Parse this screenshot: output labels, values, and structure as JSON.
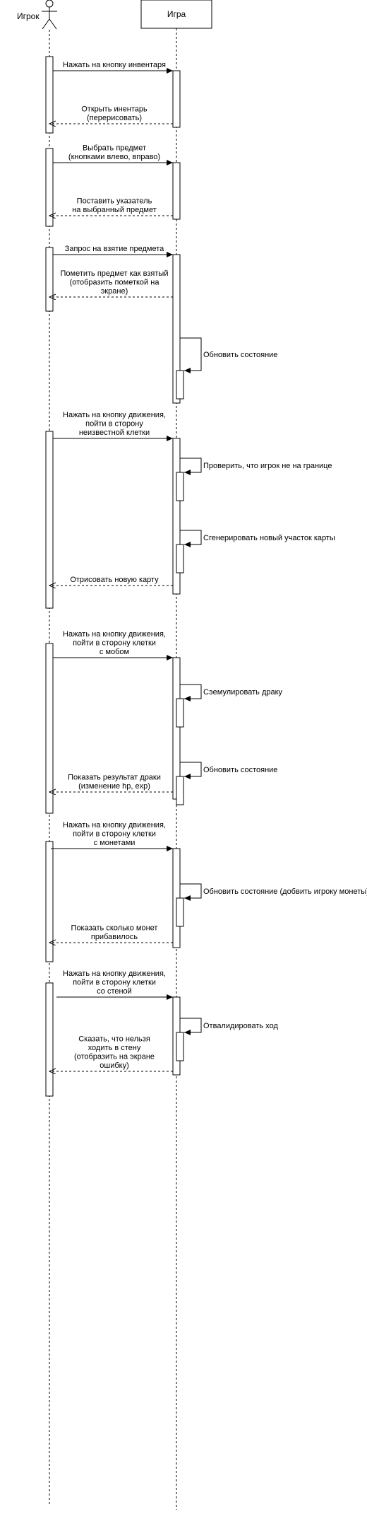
{
  "participants": {
    "player": {
      "label": "Игрок",
      "kind": "actor"
    },
    "game": {
      "label": "Игра",
      "kind": "box"
    }
  },
  "messages": [
    {
      "from": "player",
      "to": "game",
      "kind": "sync",
      "text": [
        "Нажать на кнопку инвентаря"
      ]
    },
    {
      "from": "game",
      "to": "player",
      "kind": "reply",
      "text": [
        "Открыть инентарь",
        "(перерисовать)"
      ]
    },
    {
      "from": "player",
      "to": "game",
      "kind": "sync",
      "text": [
        "Выбрать предмет",
        "(кнопками влево, вправо)"
      ]
    },
    {
      "from": "game",
      "to": "player",
      "kind": "reply",
      "text": [
        "Поставить указатель",
        "на выбранный предмет"
      ]
    },
    {
      "from": "player",
      "to": "game",
      "kind": "sync",
      "text": [
        "Запрос на взятие предмета"
      ]
    },
    {
      "from": "game",
      "to": "player",
      "kind": "reply",
      "text": [
        "Пометить предмет как взятый",
        "(отобразить пометкой на",
        "экране)"
      ]
    },
    {
      "from": "game",
      "to": "game",
      "kind": "self",
      "text": [
        "Обновить состояние"
      ]
    },
    {
      "from": "player",
      "to": "game",
      "kind": "sync",
      "text": [
        "Нажать на кнопку движения,",
        "пойти в сторону",
        "неизвестной клетки"
      ]
    },
    {
      "from": "game",
      "to": "game",
      "kind": "self",
      "text": [
        "Проверить, что игрок не на границе"
      ]
    },
    {
      "from": "game",
      "to": "game",
      "kind": "self",
      "text": [
        "Сгенерировать новый участок карты"
      ]
    },
    {
      "from": "game",
      "to": "player",
      "kind": "reply",
      "text": [
        "Отрисовать новую карту"
      ]
    },
    {
      "from": "player",
      "to": "game",
      "kind": "sync",
      "text": [
        "Нажать на кнопку движения,",
        "пойти в сторону клетки",
        "с мобом"
      ]
    },
    {
      "from": "game",
      "to": "game",
      "kind": "self",
      "text": [
        "Сэемулировать драку"
      ]
    },
    {
      "from": "game",
      "to": "game",
      "kind": "self",
      "text": [
        "Обновить состояние"
      ]
    },
    {
      "from": "game",
      "to": "player",
      "kind": "reply",
      "text": [
        "Показать результат драки",
        "(изменение hp, exp)"
      ]
    },
    {
      "from": "player",
      "to": "game",
      "kind": "sync",
      "text": [
        "Нажать на кнопку движения,",
        "пойти в сторону клетки",
        "с монетами"
      ]
    },
    {
      "from": "game",
      "to": "game",
      "kind": "self",
      "text": [
        "Обновить состояние (добвить игроку монеты)"
      ]
    },
    {
      "from": "game",
      "to": "player",
      "kind": "reply",
      "text": [
        "Показать сколько монет",
        "прибавилось"
      ]
    },
    {
      "from": "player",
      "to": "game",
      "kind": "sync",
      "text": [
        "Нажать на кнопку движения,",
        "пойти в сторону клетки",
        "со стеной"
      ]
    },
    {
      "from": "game",
      "to": "game",
      "kind": "self",
      "text": [
        "Отвалидировать ход"
      ]
    },
    {
      "from": "game",
      "to": "player",
      "kind": "reply",
      "text": [
        "Сказать, что нельзя",
        "ходить в стену",
        "(отобразить на экране",
        "ошибку)"
      ]
    }
  ]
}
